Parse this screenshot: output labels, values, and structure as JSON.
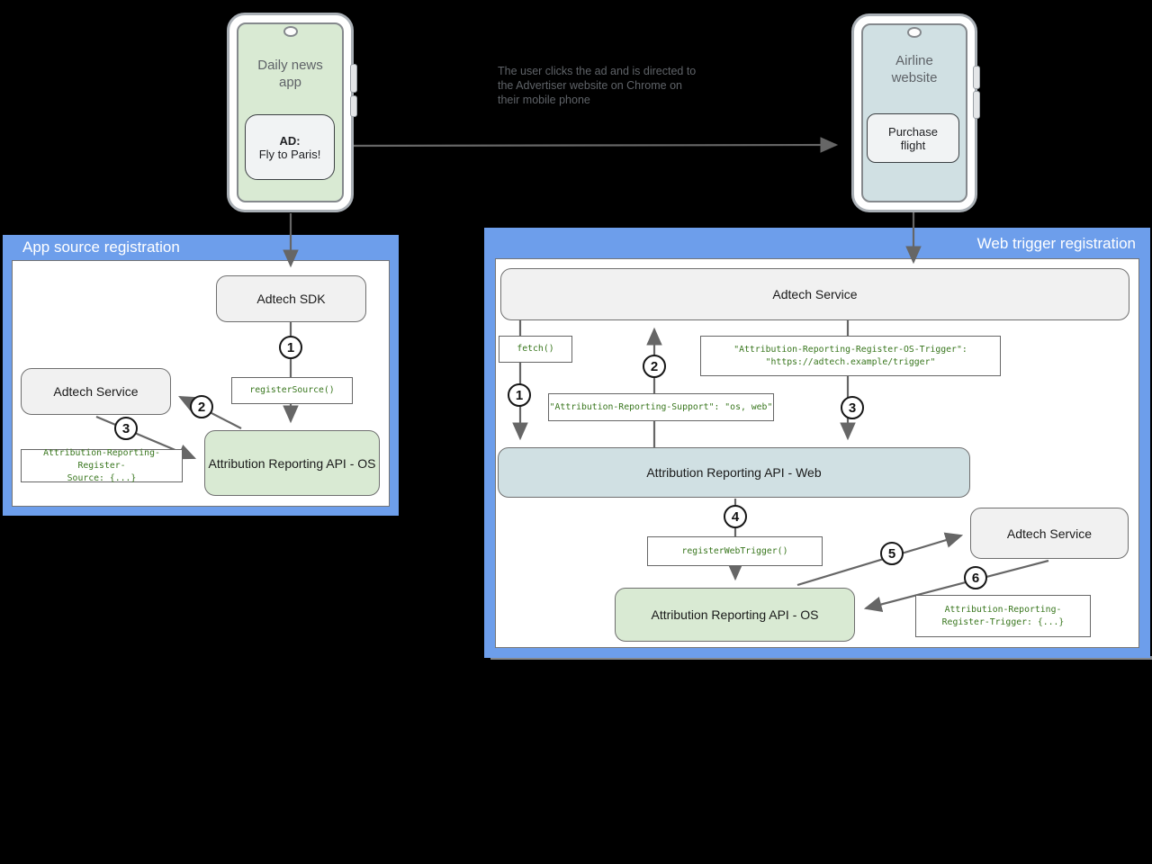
{
  "colors": {
    "panel_blue": "#6d9eeb",
    "node_gray": "#f1f1f1",
    "node_green": "#d9ead3",
    "node_blue_gray": "#d0e0e3",
    "code_green": "#38761d",
    "arrow_gray": "#666666"
  },
  "phones": {
    "daily_news": {
      "screen_title": "Daily news app",
      "ad_heading": "AD:",
      "ad_text": "Fly to Paris!"
    },
    "airline": {
      "screen_title": "Airline website",
      "button_label": "Purchase flight"
    }
  },
  "annotation": {
    "lines": [
      "The user clicks the ad and is directed to",
      "the Advertiser website on Chrome on",
      "their mobile phone"
    ]
  },
  "app_source_panel": {
    "title": "App source registration",
    "adtech_sdk": "Adtech SDK",
    "register_source_code": "registerSource()",
    "adtech_service": "Adtech Service",
    "register_source_header": [
      "Attribution-Reporting-Register-",
      "Source: {...}"
    ],
    "api_os": "Attribution Reporting API - OS",
    "step1": "1",
    "step2": "2",
    "step3": "3"
  },
  "web_trigger_panel": {
    "title": "Web trigger registration",
    "adtech_service_top": "Adtech Service",
    "fetch_code": "fetch()",
    "register_os_trigger_header": [
      "\"Attribution-Reporting-Register-OS-Trigger\":",
      "\"https://adtech.example/trigger\""
    ],
    "support_header": "\"Attribution-Reporting-Support\": \"os, web\"",
    "api_web": "Attribution Reporting API - Web",
    "register_web_trigger_code": "registerWebTrigger()",
    "api_os": "Attribution Reporting API - OS",
    "adtech_service_right": "Adtech Service",
    "register_trigger_header": [
      "Attribution-Reporting-",
      "Register-Trigger: {...}"
    ],
    "step1": "1",
    "step2": "2",
    "step3": "3",
    "step4": "4",
    "step5": "5",
    "step6": "6"
  }
}
